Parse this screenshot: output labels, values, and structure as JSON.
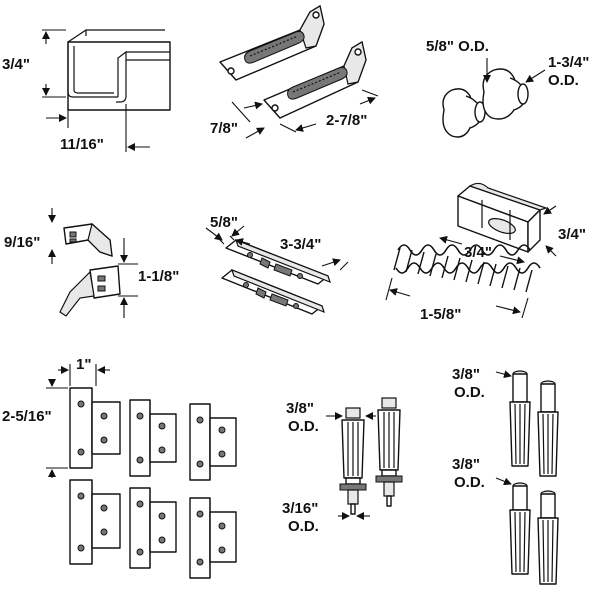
{
  "labels": {
    "channel_height": "3/4\"",
    "channel_width": "11/16\"",
    "bracket_width": "7/8\"",
    "bracket_length": "2-7/8\"",
    "knob_small_od": "5/8\" O.D.",
    "knob_large_od_value": "1-3/4\"",
    "knob_large_od_unit": "O.D.",
    "clip_height": "9/16\"",
    "clip_length": "1-1/8\"",
    "guide_width": "5/8\"",
    "guide_length": "3-3/4\"",
    "spring_housing_height": "3/4\"",
    "spring_housing_width": "3/4\"",
    "spring_length": "1-5/8\"",
    "hinge_width": "1\"",
    "hinge_height": "2-5/16\"",
    "pivot_od_value": "3/8\"",
    "pivot_od_unit": "O.D.",
    "pivot_pin_od_value": "3/16\"",
    "pivot_pin_od_unit": "O.D.",
    "post_od_top_value": "3/8\"",
    "post_od_top_unit": "O.D.",
    "post_od_bottom_value": "3/8\"",
    "post_od_bottom_unit": "O.D."
  }
}
